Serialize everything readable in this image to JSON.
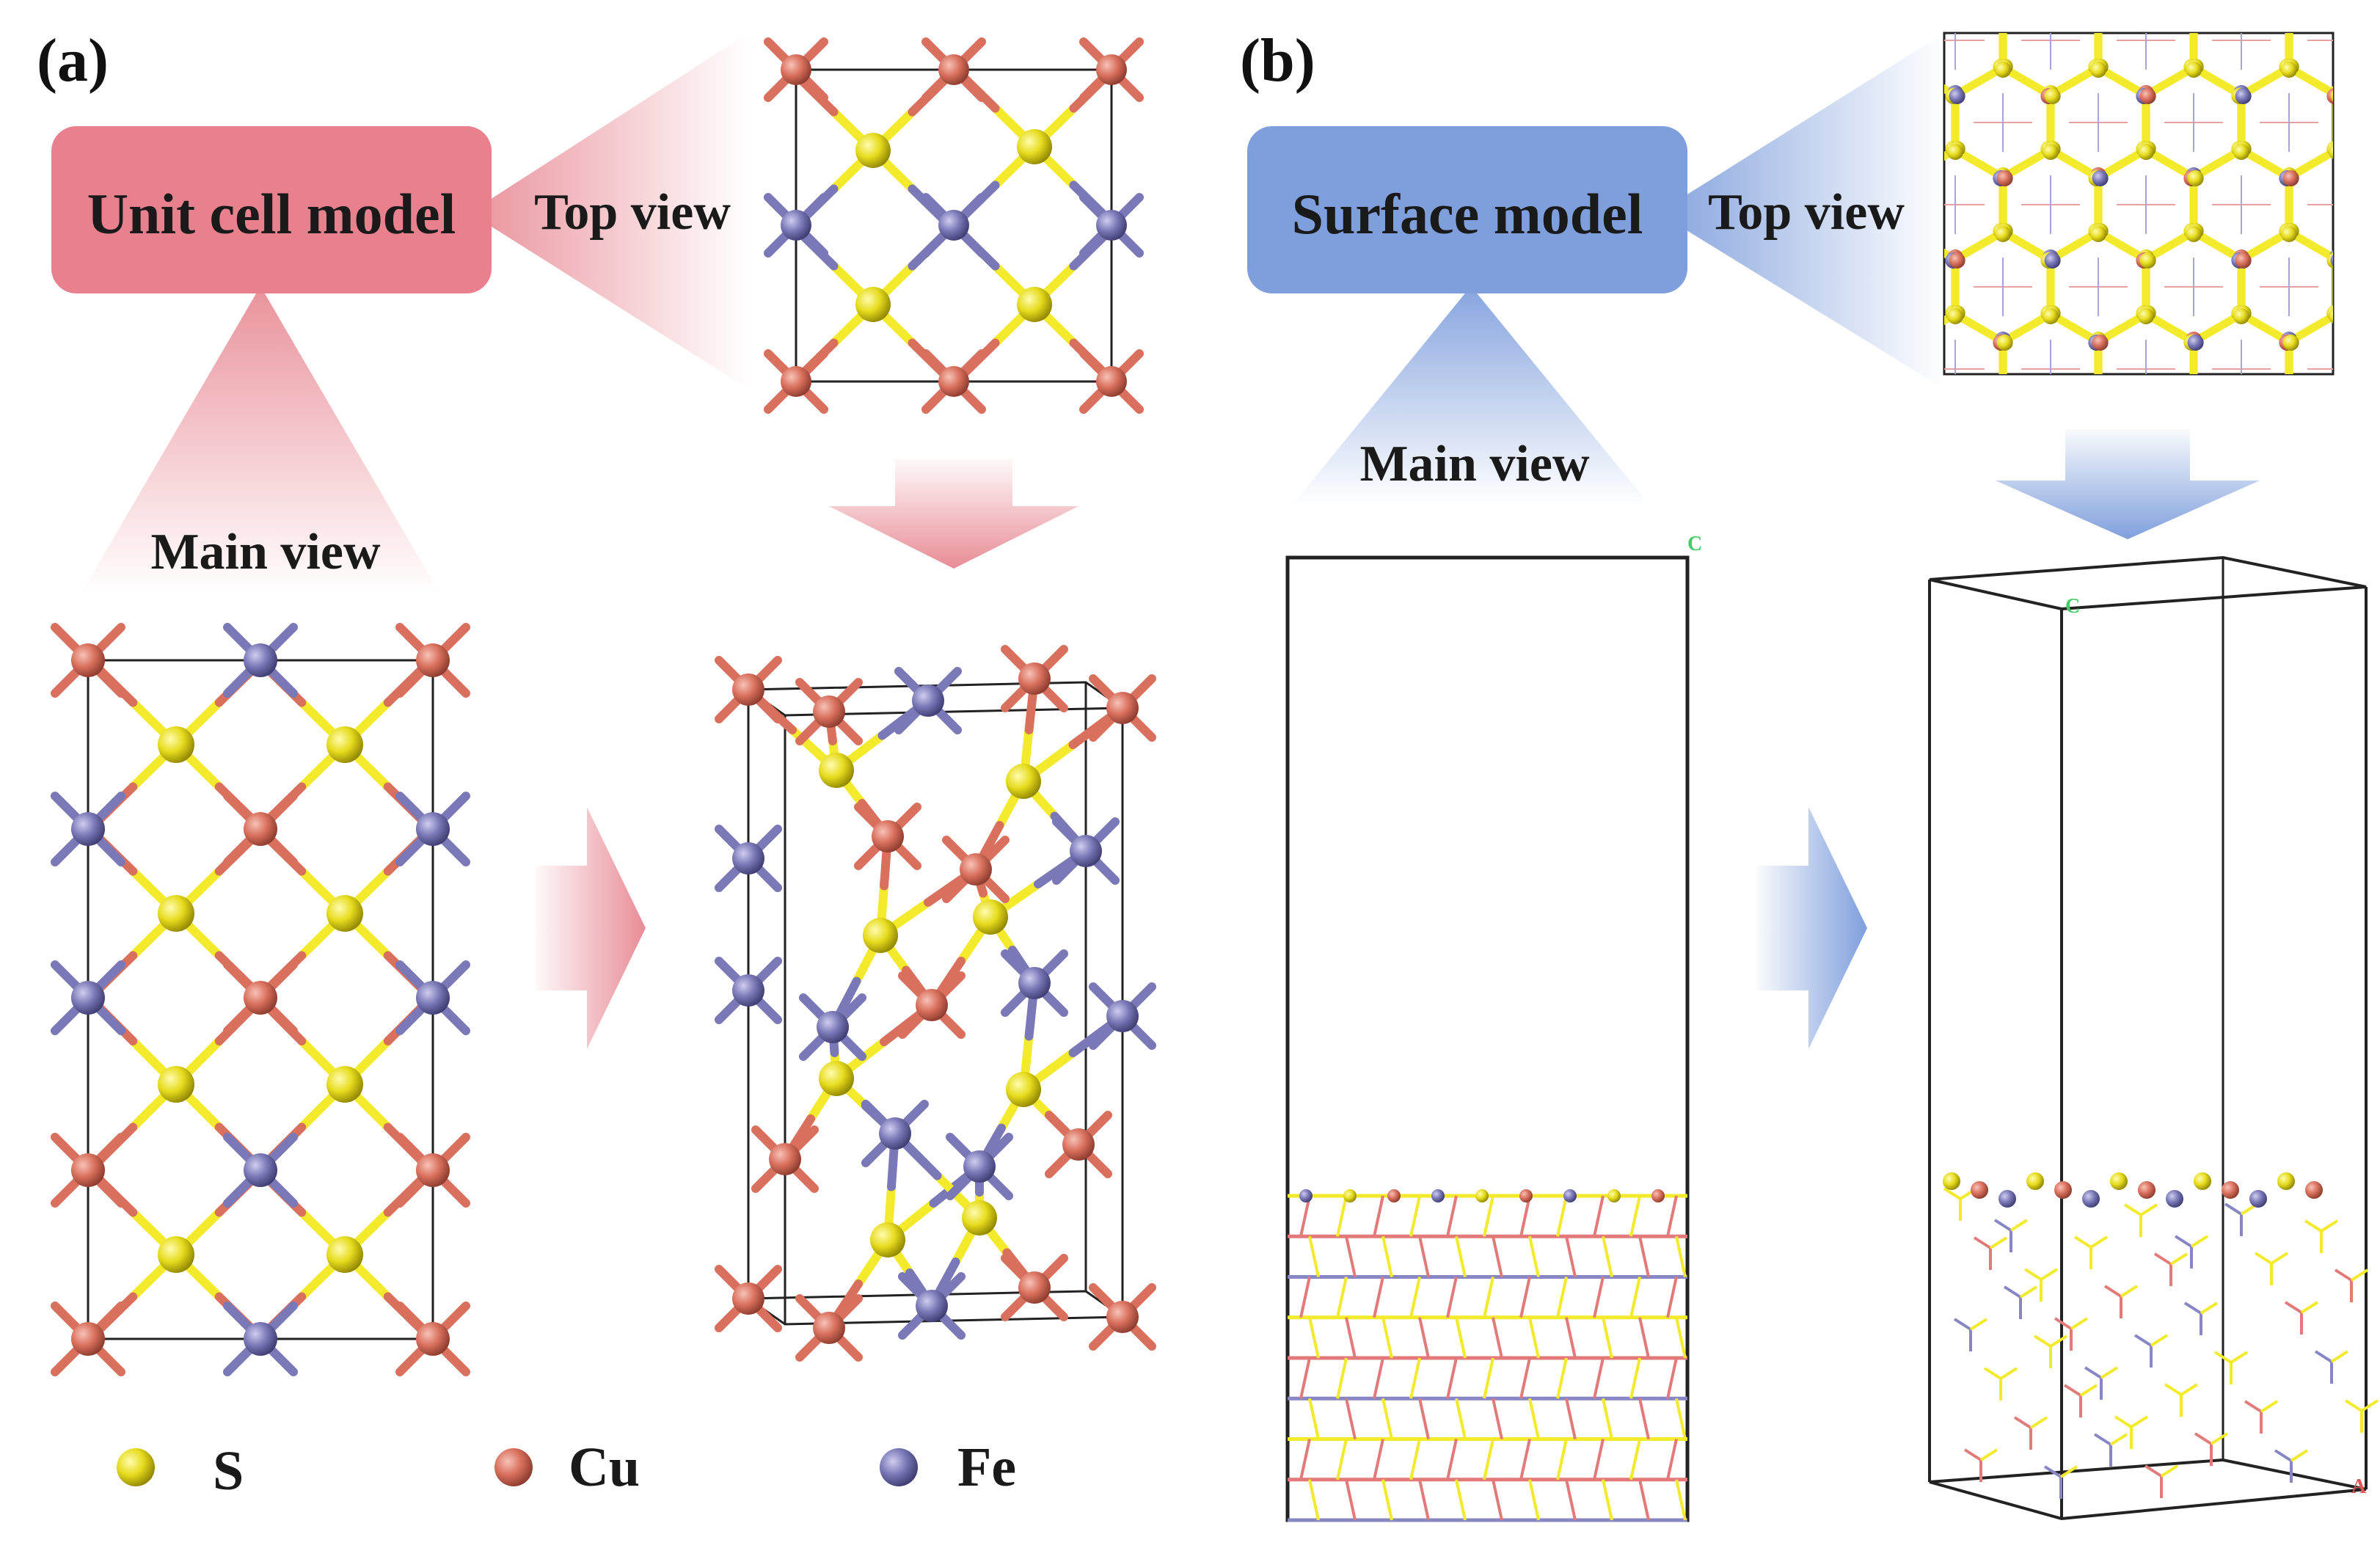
{
  "panel_a": {
    "label": "(a)",
    "title": "Unit cell model",
    "top_view": "Top view",
    "main_view": "Main view",
    "color": "#e88c96"
  },
  "panel_b": {
    "label": "(b)",
    "title": "Surface model",
    "top_view": "Top view",
    "main_view": "Main view",
    "color": "#7f9fdc"
  },
  "legend": [
    {
      "symbol": "S",
      "color": "#e6dc1e"
    },
    {
      "symbol": "Cu",
      "color": "#d9705e"
    },
    {
      "symbol": "Fe",
      "color": "#7a78b6"
    }
  ],
  "axis_labels": {
    "c": "C",
    "a": "A"
  },
  "atom_colors": {
    "S": "#e6dc1e",
    "Cu": "#d9705e",
    "Fe": "#7a78b6",
    "bond_s": "#f2ea2a",
    "cell": "#222222",
    "axis": "#44cc66"
  }
}
